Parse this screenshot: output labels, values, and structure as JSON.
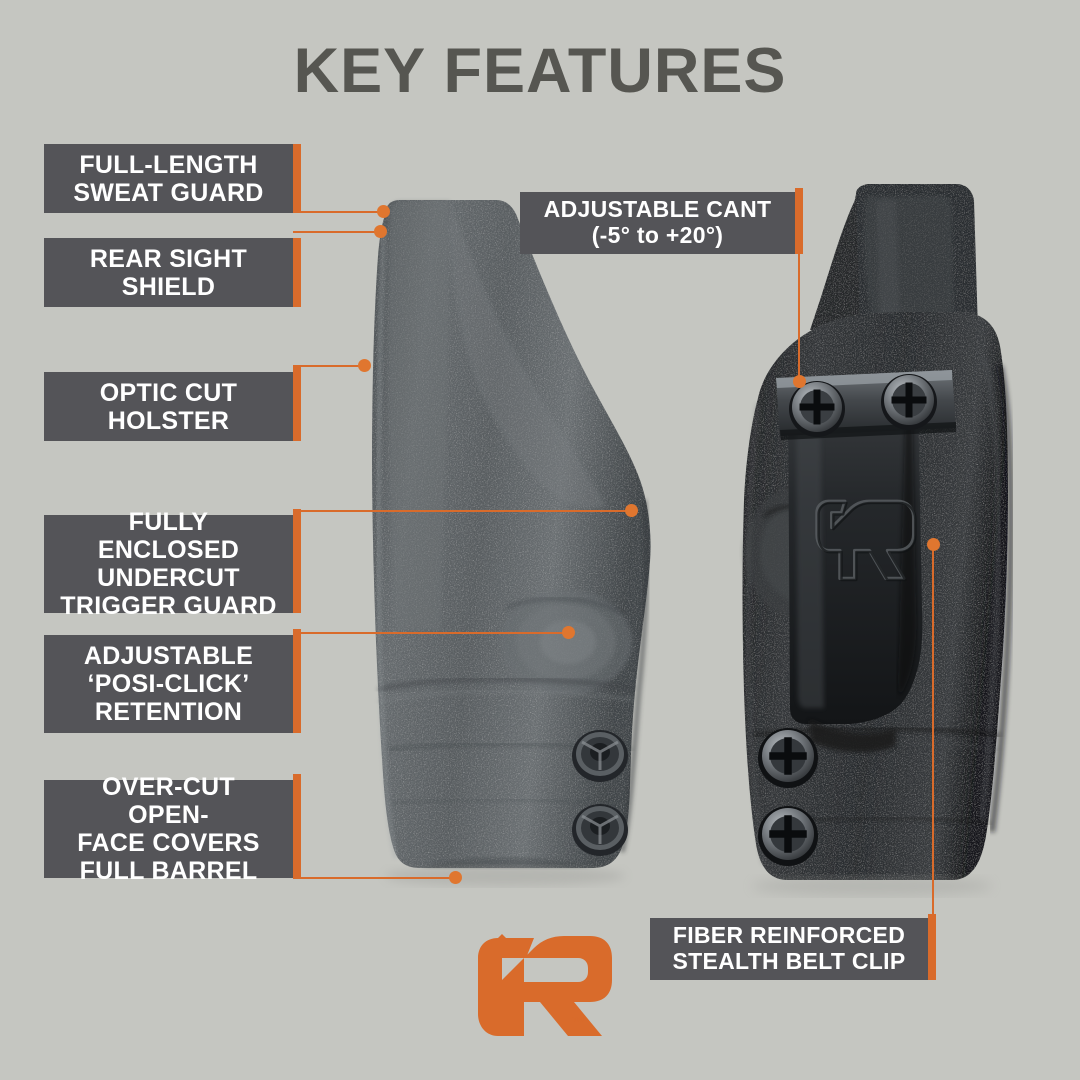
{
  "page": {
    "title": "KEY FEATURES",
    "background_color": "#c5c6c1",
    "accent_color": "#d96b2b",
    "label_box_color": "#545458",
    "title_color": "#565651",
    "text_color": "#ffffff"
  },
  "features": [
    {
      "id": "full-length-sweat-guard",
      "text": "FULL-LENGTH\nSWEAT GUARD",
      "side": "left",
      "points_to": "holster-top-rear-upper"
    },
    {
      "id": "rear-sight-shield",
      "text": "REAR SIGHT\nSHIELD",
      "side": "left",
      "points_to": "holster-top-rear-lower"
    },
    {
      "id": "optic-cut-holster",
      "text": "OPTIC CUT\nHOLSTER",
      "side": "left",
      "points_to": "holster-optic-cut-edge"
    },
    {
      "id": "fully-enclosed-undercut-trigger-guard",
      "text": "FULLY ENCLOSED\nUNDERCUT\nTRIGGER GUARD",
      "side": "left",
      "points_to": "holster-trigger-guard"
    },
    {
      "id": "adjustable-posi-click-retention",
      "text": "ADJUSTABLE\n‘POSI-CLICK’\nRETENTION",
      "side": "left",
      "points_to": "holster-retention-area"
    },
    {
      "id": "over-cut-open-face-covers-full-barrel",
      "text": "OVER-CUT OPEN-\nFACE COVERS\nFULL BARREL",
      "side": "left",
      "points_to": "holster-muzzle-end"
    },
    {
      "id": "adjustable-cant",
      "text": "ADJUSTABLE CANT\n(-5° to +20°)",
      "side": "right-top",
      "points_to": "belt-clip-mount-plate"
    },
    {
      "id": "fiber-reinforced-stealth-belt-clip",
      "text": "FIBER REINFORCED\nSTEALTH BELT CLIP",
      "side": "right-bottom",
      "points_to": "belt-clip-body"
    }
  ],
  "brand": {
    "logo_name": "R logo",
    "trademark": "™",
    "logo_color": "#d96b2b",
    "clip_emboss": "R"
  },
  "products": [
    {
      "id": "holster-front",
      "name": "Kydex IWB holster — front view",
      "color": "#555a5d"
    },
    {
      "id": "holster-back",
      "name": "Kydex IWB holster — back view with belt clip",
      "color": "#2b2c2e"
    }
  ]
}
